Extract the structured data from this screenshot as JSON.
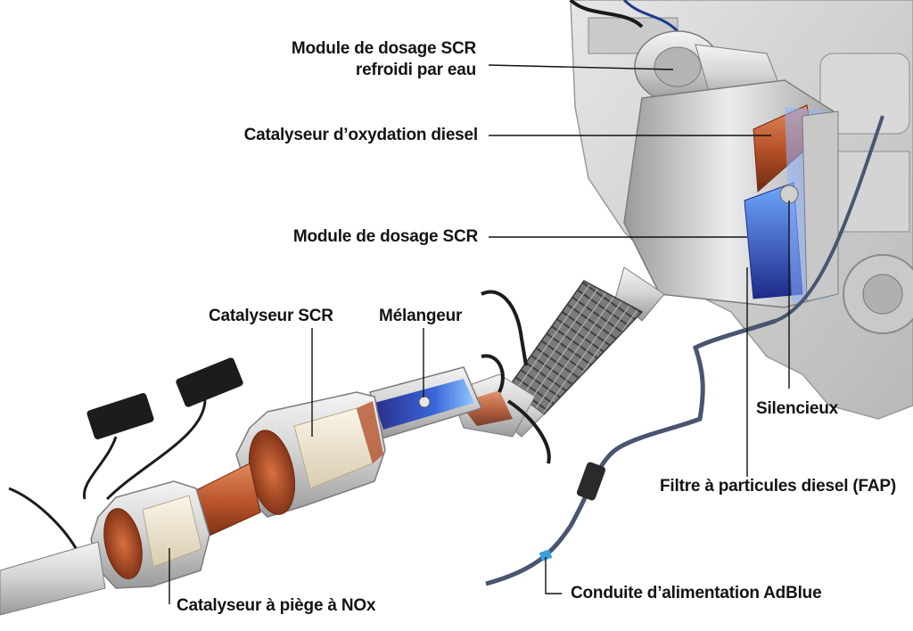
{
  "labels": {
    "scr_dosing_watercooled_line1": "Module de dosage SCR",
    "scr_dosing_watercooled_line2": "refroidi par eau",
    "diesel_oxidation_catalyst": "Catalyseur d’oxydation diesel",
    "scr_dosing_module": "Module de dosage SCR",
    "scr_catalyst": "Catalyseur SCR",
    "mixer": "Mélangeur",
    "silencer": "Silencieux",
    "diesel_particulate_filter": "Filtre à particules diesel (FAP)",
    "nox_trap_catalyst": "Catalyseur à piège à NOx",
    "adblue_supply_line": "Conduite d’alimentation AdBlue"
  },
  "colors": {
    "metal_light": "#e2e2e2",
    "metal_dark": "#8c8c8c",
    "copper": "#b8522a",
    "substrate": "#f2ead6",
    "blue_flow": "#3a66d8",
    "engine": "#cfcfcf",
    "leader_line": "#111111"
  }
}
